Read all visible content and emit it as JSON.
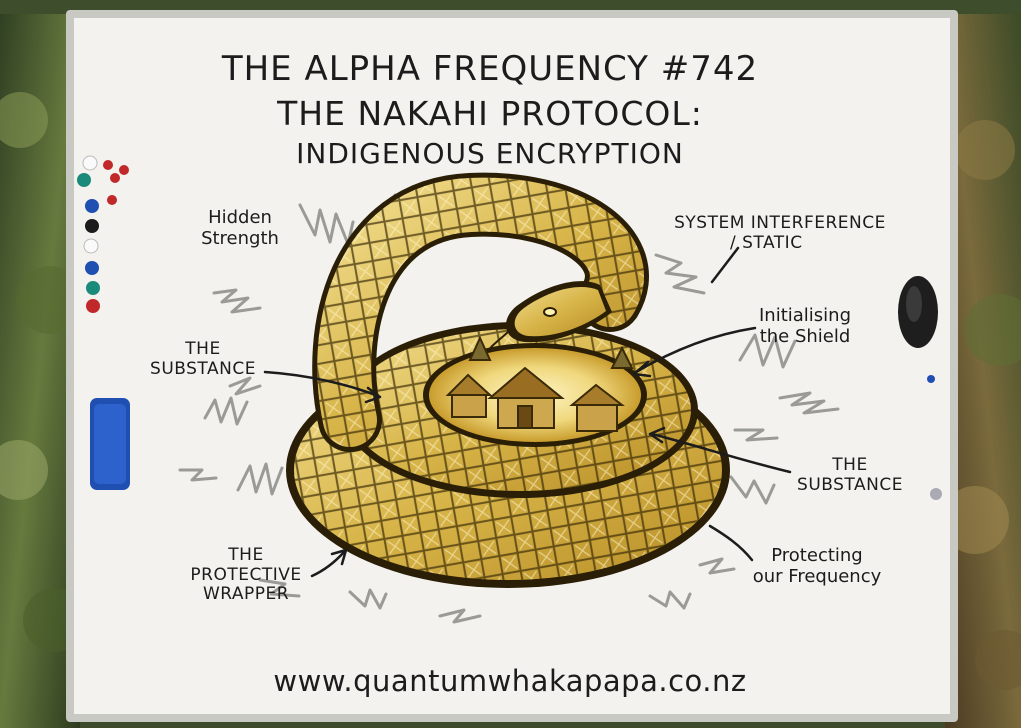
{
  "board": {
    "title_line1": "THE ALPHA FREQUENCY #742",
    "title_line2": "THE NAKAHI PROTOCOL:",
    "title_line3": "INDIGENOUS ENCRYPTION",
    "url": "www.quantumwhakapapa.co.nz"
  },
  "labels": {
    "hidden_strength_1": "Hidden",
    "hidden_strength_2": "Strength",
    "system_interference_1": "SYSTEM INTERFERENCE",
    "system_interference_2": "/ STATIC",
    "initialising_1": "Initialising",
    "initialising_2": "the Shield",
    "substance_left_1": "THE",
    "substance_left_2": "SUBSTANCE",
    "substance_right_1": "THE",
    "substance_right_2": "SUBSTANCE",
    "wrapper_1": "THE",
    "wrapper_2": "PROTECTIVE",
    "wrapper_3": "WRAPPER",
    "protecting_1": "Protecting",
    "protecting_2": "our Frequency"
  },
  "colors": {
    "board": "#f3f2ee",
    "frame": "#c9c9c4",
    "ink": "#1c1c1c",
    "snake_gold": "#d9b84a",
    "snake_light": "#f3e29a",
    "static_gray": "#9a9a96",
    "eraser_blue": "#1f4fb0"
  }
}
